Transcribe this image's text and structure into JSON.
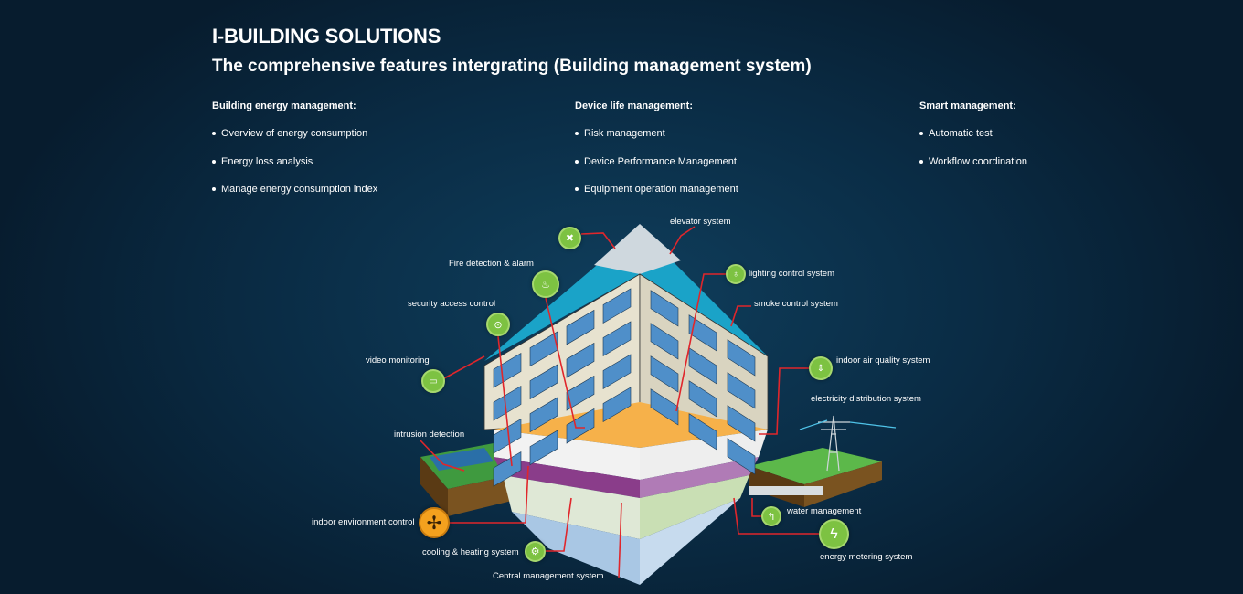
{
  "header": {
    "title": "I-BUILDING SOLUTIONS",
    "subtitle": "The comprehensive features intergrating (Building management system)"
  },
  "columns": [
    {
      "heading": "Building energy management:",
      "items": [
        "Overview of energy consumption",
        "Energy loss analysis",
        "Manage energy consumption index"
      ]
    },
    {
      "heading": "Device life management:",
      "items": [
        "Risk management",
        "Device Performance Management",
        "Equipment operation management"
      ]
    },
    {
      "heading": "Smart management:",
      "items": [
        "Automatic test",
        "Workflow coordination"
      ]
    }
  ],
  "diagram": {
    "labels": {
      "elevator": "elevator system",
      "fire": "Fire detection & alarm",
      "lighting": "lighting control system",
      "smoke": "smoke control system",
      "security": "security access control",
      "video": "video monitoring",
      "air": "indoor air quality system",
      "electricity": "electricity distribution system",
      "intrusion": "intrusion detection",
      "water": "water management",
      "indoor_env": "indoor environment control",
      "energy": "energy metering system",
      "cooling": "cooling & heating system",
      "central": "Central management system"
    },
    "icons": {
      "fan": "fan-icon",
      "fire": "flame-icon",
      "bulb": "lightbulb-icon",
      "lock": "lock-icon",
      "camera": "camera-icon",
      "air": "up-down-arrows-icon",
      "water": "turn-arrow-icon",
      "energy": "lightning-icon",
      "cooling": "gears-icon",
      "indoor_env": "ventilation-fan-icon"
    },
    "colors": {
      "accent_green": "#7dc242",
      "leader_red": "#e0262b",
      "roof_blue": "#1aa3c8"
    }
  }
}
